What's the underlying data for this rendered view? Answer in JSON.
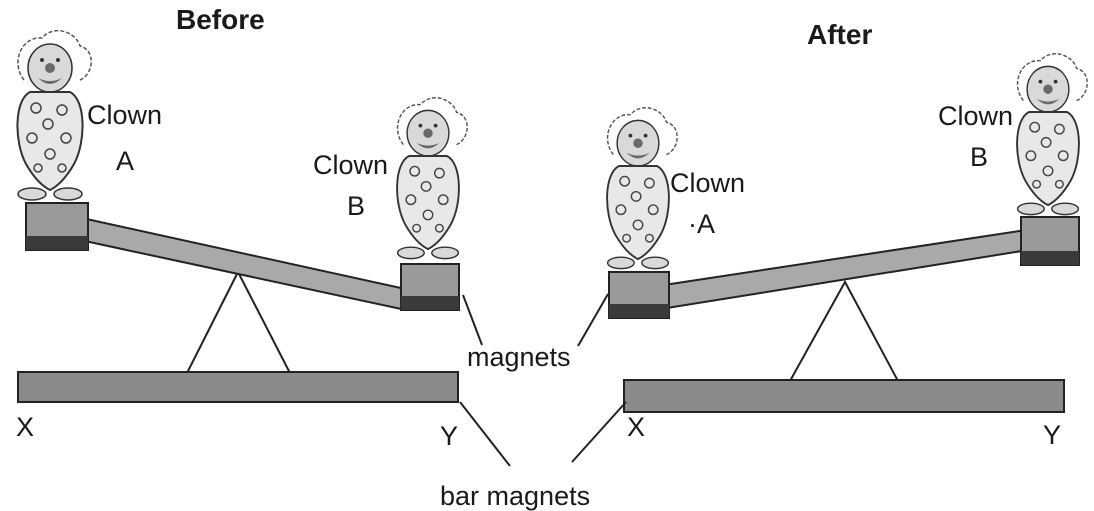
{
  "labels": {
    "before": "Before",
    "after": "After",
    "clown": "Clown",
    "a": "A",
    "b": "B",
    "a_after": "·A",
    "magnets": "magnets",
    "bar_magnets": "bar magnets",
    "x": "X",
    "y": "Y"
  },
  "colors": {
    "beam": "#a9a9a9",
    "magnet": "#3a3a3a",
    "bar_magnet": "#8a8a8a"
  }
}
